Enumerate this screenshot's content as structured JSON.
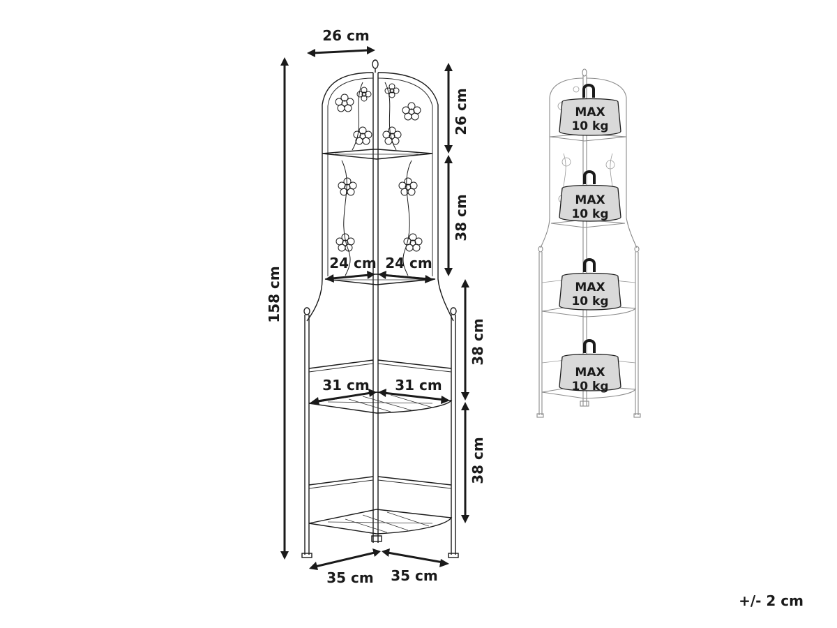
{
  "dimensions": {
    "top_width": "26 cm",
    "top_section_height": "26 cm",
    "second_section_height": "38 cm",
    "total_height": "158 cm",
    "shelf2_left_depth": "24 cm",
    "shelf2_right_depth": "24 cm",
    "third_section_height": "38 cm",
    "shelf3_left_depth": "31 cm",
    "shelf3_right_depth": "31 cm",
    "bottom_section_height": "38 cm",
    "base_left_depth": "35 cm",
    "base_right_depth": "35 cm"
  },
  "load_labels": [
    {
      "line1": "MAX",
      "line2": "10 kg"
    },
    {
      "line1": "MAX",
      "line2": "10 kg"
    },
    {
      "line1": "MAX",
      "line2": "10 kg"
    },
    {
      "line1": "MAX",
      "line2": "10 kg"
    }
  ],
  "tolerance": "+/- 2 cm",
  "colors": {
    "line": "#1a1a1a",
    "ghost_line": "#8a8a8a",
    "weight_fill": "#d9d9d9"
  }
}
